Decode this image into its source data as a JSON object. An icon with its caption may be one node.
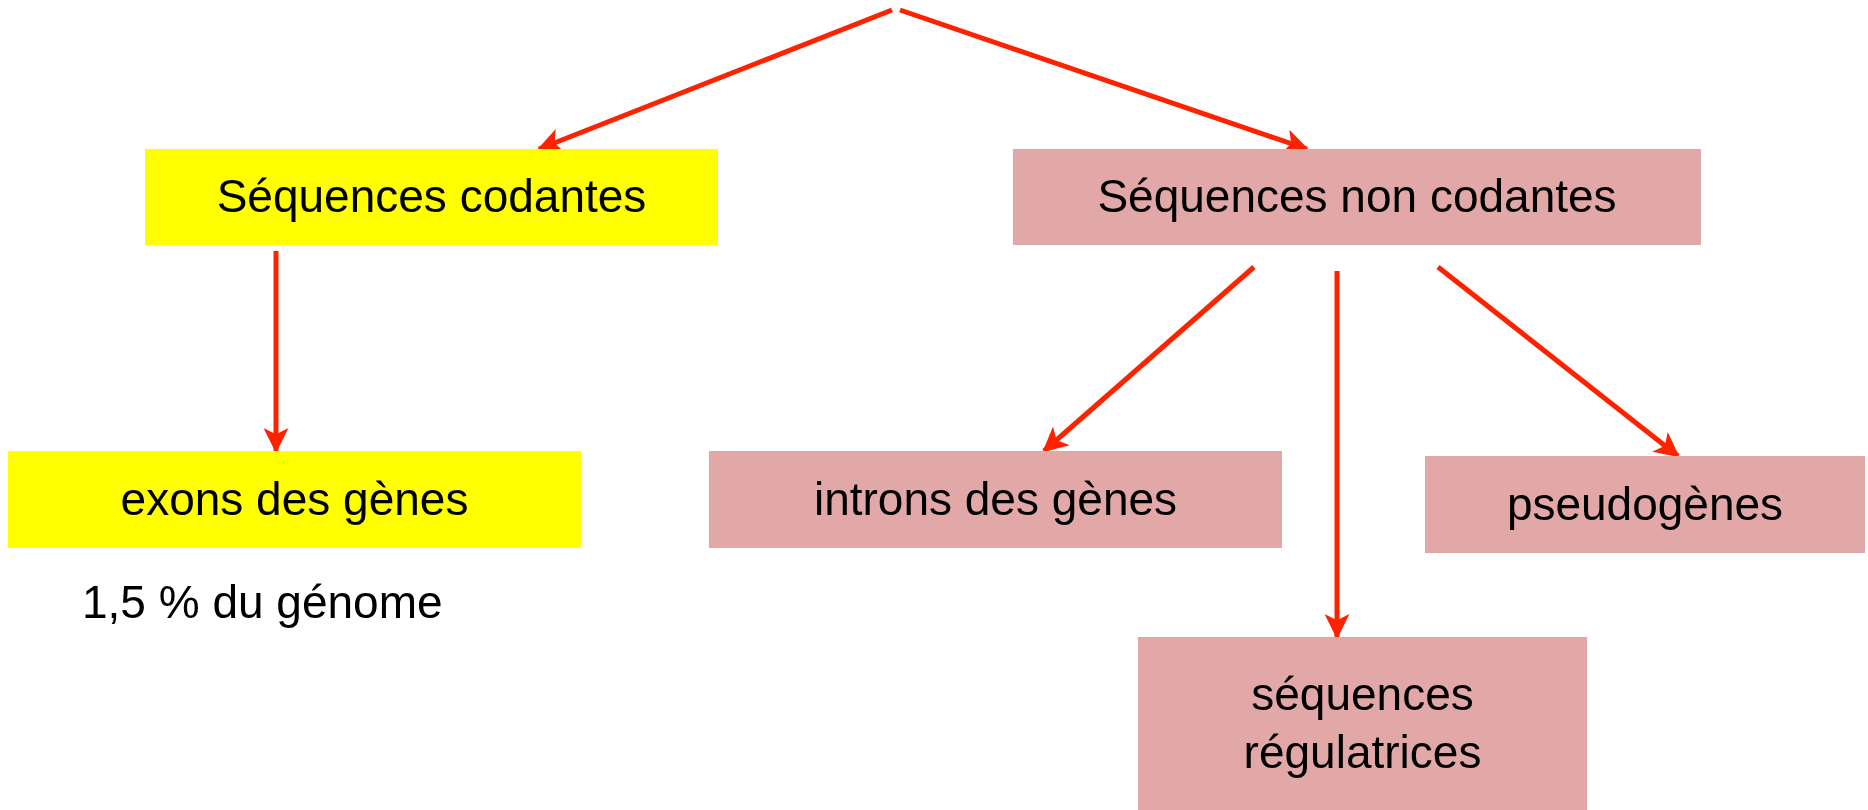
{
  "diagram": {
    "nodes": [
      {
        "text": [
          "Séquences codantes"
        ]
      },
      {
        "text": [
          "Séquences non codantes"
        ]
      },
      {
        "text": [
          "exons des gènes"
        ],
        "beside": [
          "1,5 % du génome"
        ]
      },
      {
        "text": [
          "introns des gènes"
        ]
      },
      {
        "text": [
          "séquences régulatrices"
        ]
      },
      {
        "text": [
          "pseudogènes"
        ]
      }
    ],
    "edges": [
      {
        "from": null,
        "to": 0,
        "arrow": "to"
      },
      {
        "from": null,
        "to": 1,
        "arrow": "to"
      },
      {
        "from": 0,
        "to": 2,
        "arrow": "to"
      },
      {
        "from": 1,
        "to": 3,
        "arrow": "to"
      },
      {
        "from": 1,
        "to": 4,
        "arrow": "to"
      },
      {
        "from": 1,
        "to": 5,
        "arrow": "to"
      }
    ]
  }
}
